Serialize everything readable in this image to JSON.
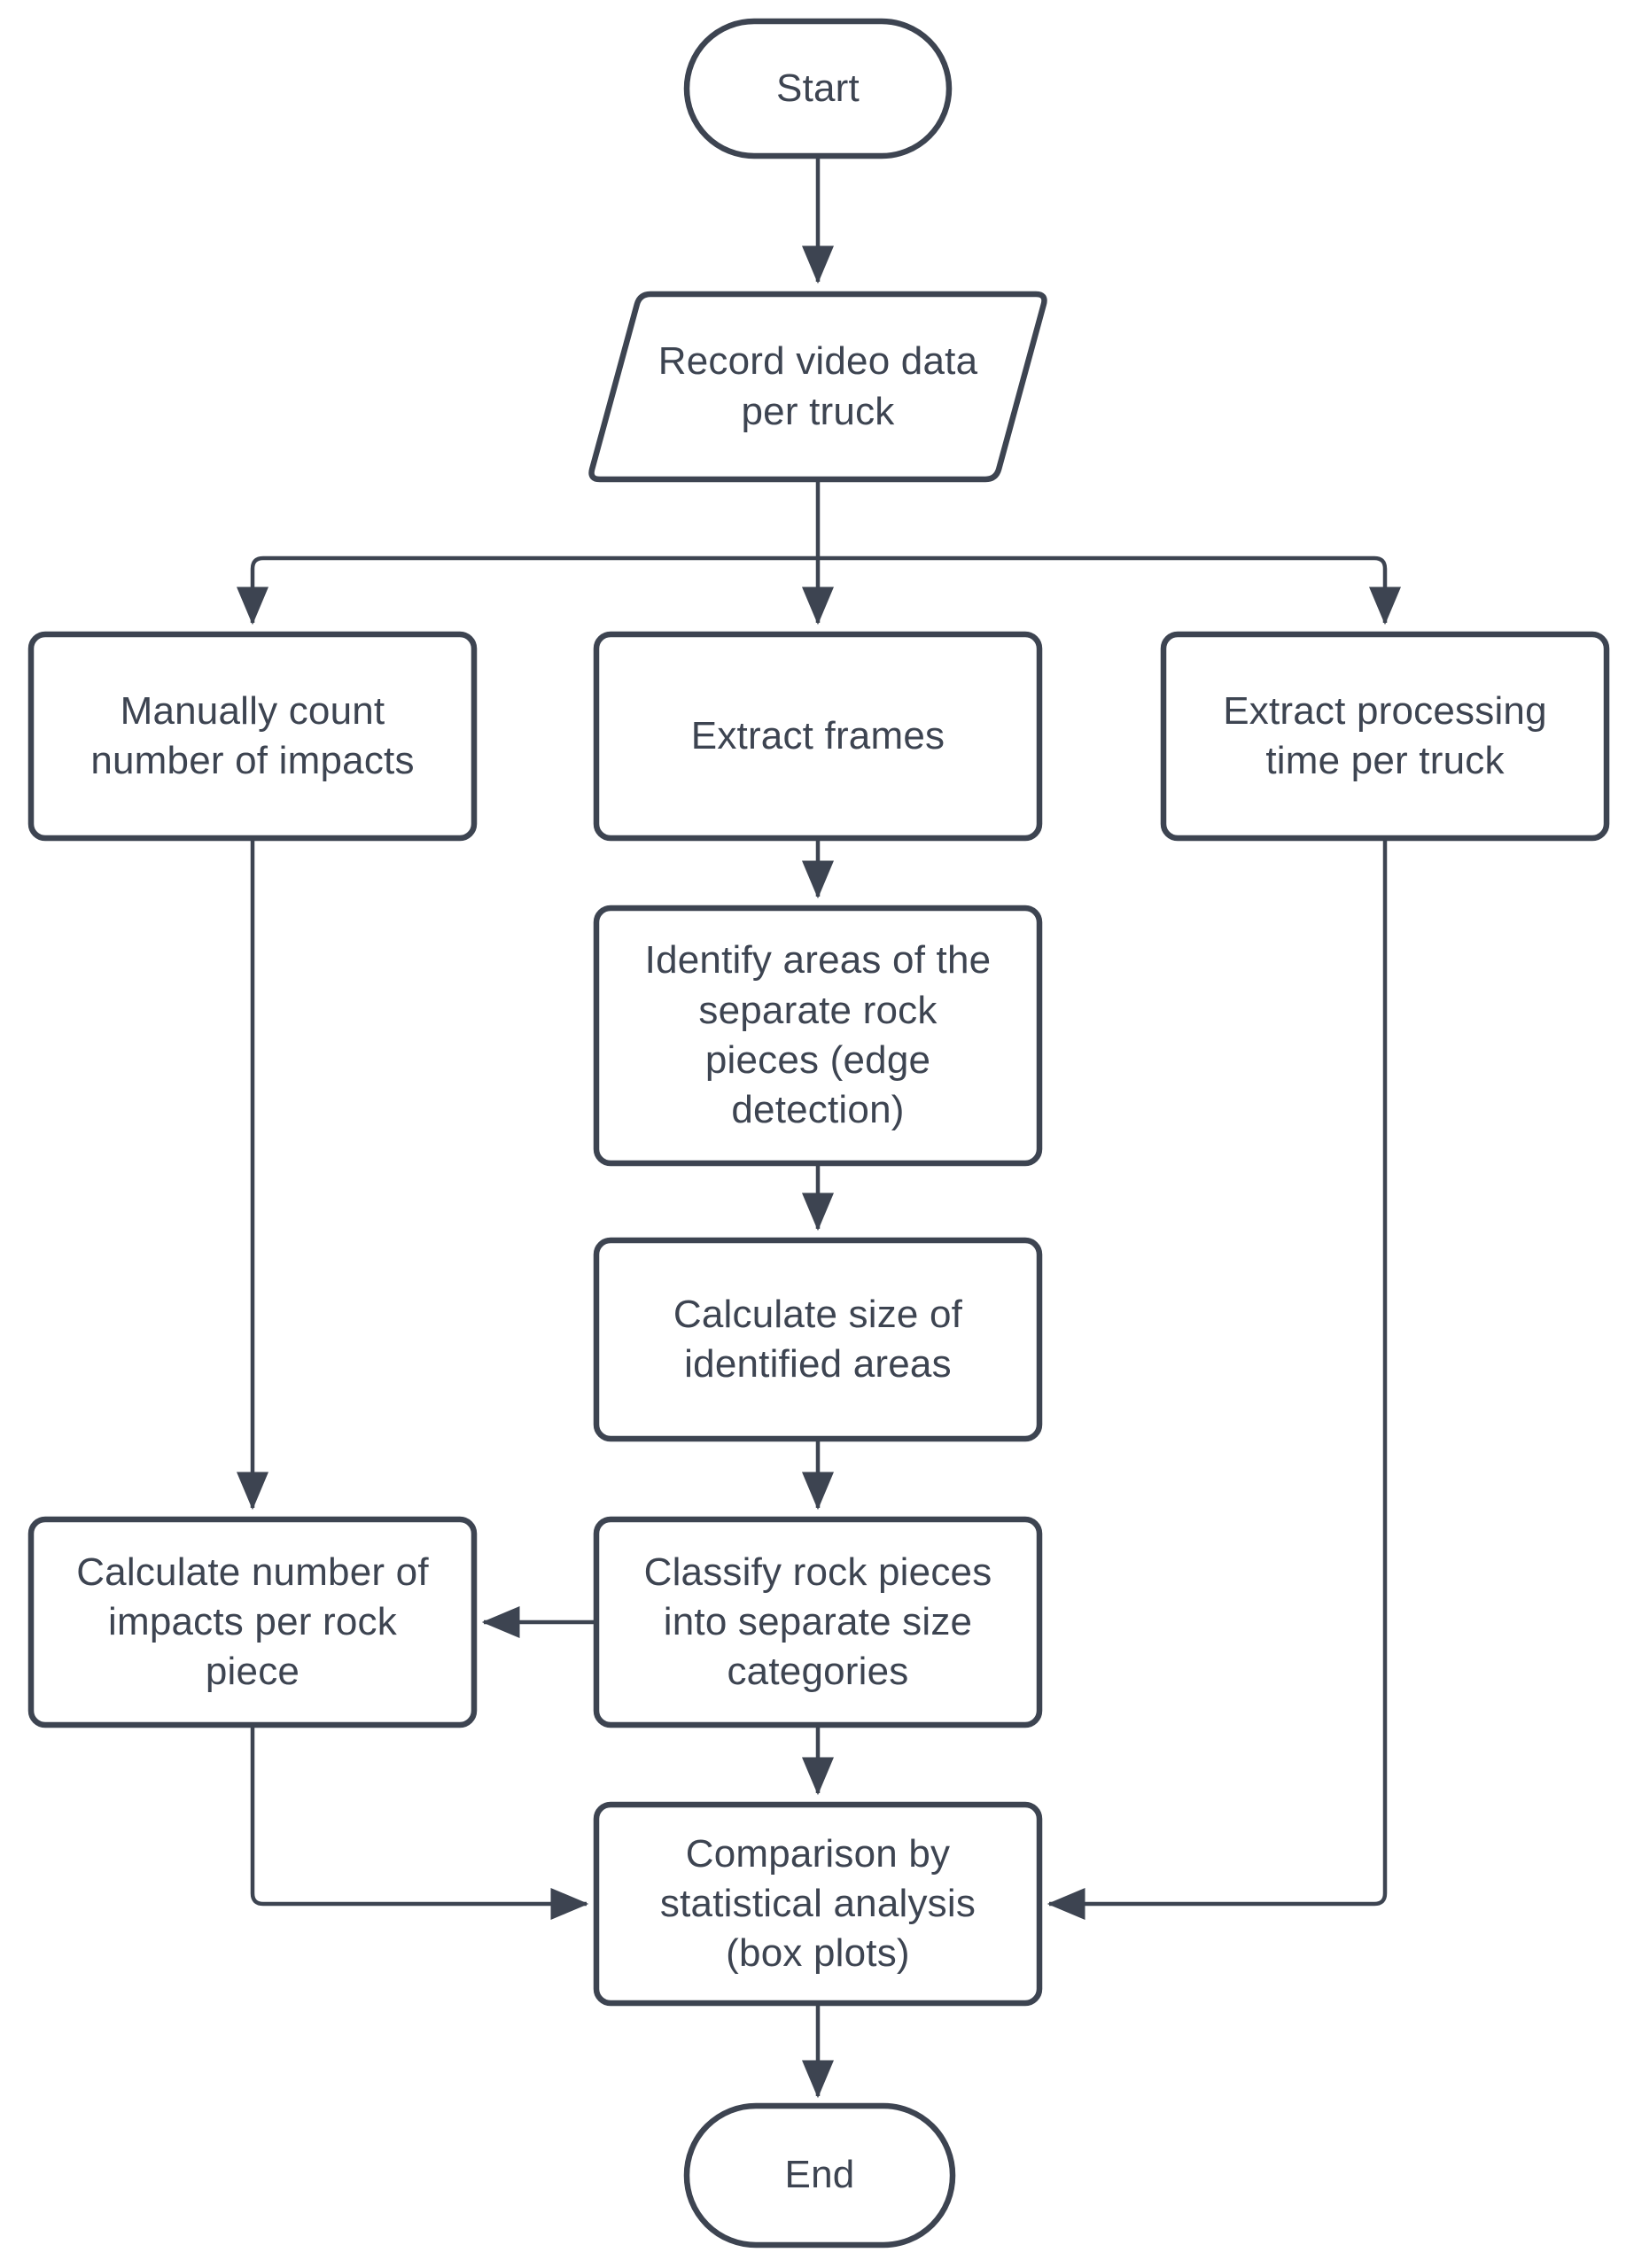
{
  "diagram": {
    "type": "flowchart",
    "colors": {
      "stroke": "#3d4451",
      "node_fill": "#ffffff",
      "text": "#3d4451",
      "background": "#ffffff"
    },
    "nodes": {
      "start": {
        "shape": "terminator",
        "label": "Start"
      },
      "record_video": {
        "shape": "parallelogram",
        "label": "Record video data\nper truck"
      },
      "manual_count": {
        "shape": "process",
        "label": "Manually count\nnumber of impacts"
      },
      "extract_frames": {
        "shape": "process",
        "label": "Extract frames"
      },
      "extract_time": {
        "shape": "process",
        "label": "Extract processing\ntime per truck"
      },
      "identify_areas": {
        "shape": "process",
        "label": "Identify areas of the\nseparate rock\npieces (edge\ndetection)"
      },
      "calc_size": {
        "shape": "process",
        "label": "Calculate size of\nidentified areas"
      },
      "calc_impacts": {
        "shape": "process",
        "label": "Calculate number of\nimpacts per rock\npiece"
      },
      "classify": {
        "shape": "process",
        "label": "Classify rock pieces\ninto separate size\ncategories"
      },
      "comparison": {
        "shape": "process",
        "label": "Comparison by\nstatistical analysis\n(box plots)"
      },
      "end": {
        "shape": "terminator",
        "label": "End"
      }
    },
    "edges": [
      {
        "from": "start",
        "to": "record_video"
      },
      {
        "from": "record_video",
        "to": "manual_count"
      },
      {
        "from": "record_video",
        "to": "extract_frames"
      },
      {
        "from": "record_video",
        "to": "extract_time"
      },
      {
        "from": "extract_frames",
        "to": "identify_areas"
      },
      {
        "from": "identify_areas",
        "to": "calc_size"
      },
      {
        "from": "calc_size",
        "to": "classify"
      },
      {
        "from": "manual_count",
        "to": "calc_impacts"
      },
      {
        "from": "classify",
        "to": "calc_impacts"
      },
      {
        "from": "classify",
        "to": "comparison"
      },
      {
        "from": "calc_impacts",
        "to": "comparison"
      },
      {
        "from": "extract_time",
        "to": "comparison"
      },
      {
        "from": "comparison",
        "to": "end"
      }
    ]
  }
}
